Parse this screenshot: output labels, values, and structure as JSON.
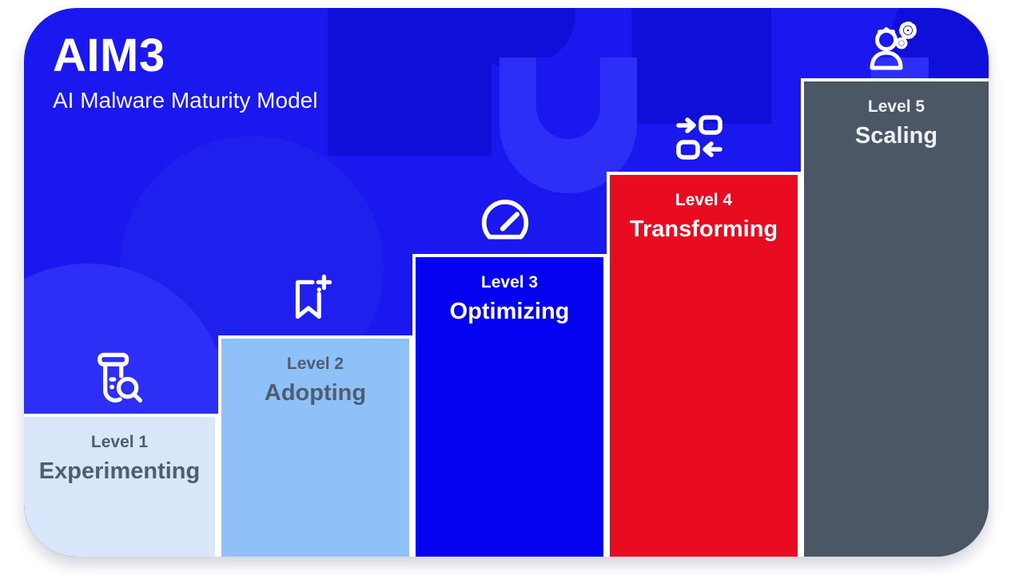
{
  "header": {
    "title": "AIM3",
    "subtitle": "AI Malware Maturity Model"
  },
  "levels": [
    {
      "label": "Level 1",
      "name": "Experimenting",
      "color": "#d9e5f9",
      "text_color": "#4e5d71",
      "icon": "test-tube-search-icon"
    },
    {
      "label": "Level 2",
      "name": "Adopting",
      "color": "#8fc0f8",
      "text_color": "#4e5d71",
      "icon": "bookmark-plus-icon"
    },
    {
      "label": "Level 3",
      "name": "Optimizing",
      "color": "#0402f0",
      "text_color": "#ffffff",
      "icon": "speedometer-icon"
    },
    {
      "label": "Level 4",
      "name": "Transforming",
      "color": "#e90c20",
      "text_color": "#ffffff",
      "icon": "swap-arrows-icon"
    },
    {
      "label": "Level 5",
      "name": "Scaling",
      "color": "#4b5765",
      "text_color": "#eef1f5",
      "icon": "person-gears-icon"
    }
  ],
  "colors": {
    "page_background": "#ffffff",
    "card_background": "#1a18ef",
    "card_shape_dark": "#100fd9",
    "card_shape_light": "#2d2ff7",
    "bar_border": "#ffffff"
  }
}
